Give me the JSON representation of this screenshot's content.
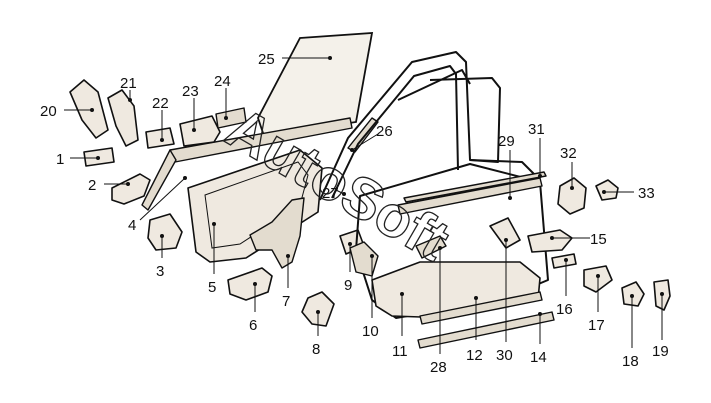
{
  "diagram": {
    "watermark": "AutoSoft",
    "callouts": [
      {
        "id": "1",
        "label": "1"
      },
      {
        "id": "2",
        "label": "2"
      },
      {
        "id": "3",
        "label": "3"
      },
      {
        "id": "4",
        "label": "4"
      },
      {
        "id": "5",
        "label": "5"
      },
      {
        "id": "6",
        "label": "6"
      },
      {
        "id": "7",
        "label": "7"
      },
      {
        "id": "8",
        "label": "8"
      },
      {
        "id": "9",
        "label": "9"
      },
      {
        "id": "10",
        "label": "10"
      },
      {
        "id": "11",
        "label": "11"
      },
      {
        "id": "12",
        "label": "12"
      },
      {
        "id": "14",
        "label": "14"
      },
      {
        "id": "15",
        "label": "15"
      },
      {
        "id": "16",
        "label": "16"
      },
      {
        "id": "17",
        "label": "17"
      },
      {
        "id": "18",
        "label": "18"
      },
      {
        "id": "19",
        "label": "19"
      },
      {
        "id": "20",
        "label": "20"
      },
      {
        "id": "21",
        "label": "21"
      },
      {
        "id": "22",
        "label": "22"
      },
      {
        "id": "23",
        "label": "23"
      },
      {
        "id": "24",
        "label": "24"
      },
      {
        "id": "25",
        "label": "25"
      },
      {
        "id": "26",
        "label": "26"
      },
      {
        "id": "27",
        "label": "27"
      },
      {
        "id": "28",
        "label": "28"
      },
      {
        "id": "29",
        "label": "29"
      },
      {
        "id": "30",
        "label": "30"
      },
      {
        "id": "31",
        "label": "31"
      },
      {
        "id": "32",
        "label": "32"
      },
      {
        "id": "33",
        "label": "33"
      }
    ]
  }
}
